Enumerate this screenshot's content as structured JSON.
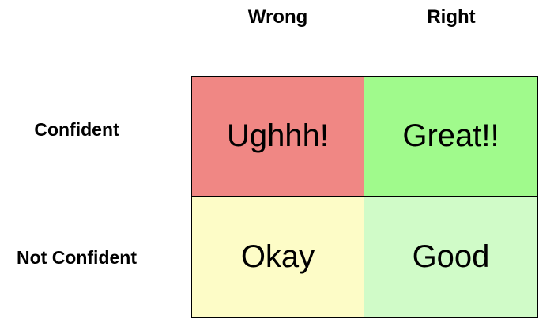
{
  "columns": [
    "Wrong",
    "Right"
  ],
  "rows": [
    "Confident",
    "Not Confident"
  ],
  "cells": [
    {
      "label": "Ughhh!",
      "color": "#f08784"
    },
    {
      "label": "Great!!",
      "color": "#a0fa8c"
    },
    {
      "label": "Okay",
      "color": "#fdfcc7"
    },
    {
      "label": "Good",
      "color": "#d0fbc8"
    }
  ]
}
